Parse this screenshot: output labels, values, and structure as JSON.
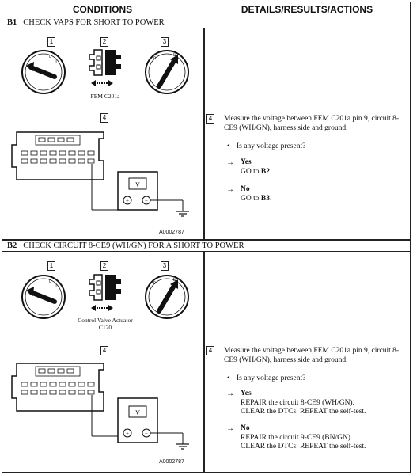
{
  "header": {
    "conditions": "CONDITIONS",
    "details": "DETAILS/RESULTS/ACTIONS"
  },
  "b1": {
    "id": "B1",
    "title": "CHECK VAPS FOR SHORT TO POWER",
    "figure_labels": [
      "1",
      "2",
      "3",
      "4"
    ],
    "connector_caption": "FEM C201a",
    "figure_id": "A0002787",
    "step_num": "4",
    "measure_text": "Measure the voltage between FEM C201a pin 9, circuit 8-CE9 (WH/GN), harness side and ground.",
    "question": "Is any voltage present?",
    "yes_label": "Yes",
    "yes_action_prefix": "GO to ",
    "yes_action_target": "B2",
    "no_label": "No",
    "no_action_prefix": "GO to ",
    "no_action_target": "B3",
    "meter_label": "V"
  },
  "b2": {
    "id": "B2",
    "title": "CHECK CIRCUIT 8-CE9 (WH/GN) FOR A SHORT TO POWER",
    "figure_labels": [
      "1",
      "2",
      "3",
      "4"
    ],
    "connector_caption_1": "Control Valve Actuator",
    "connector_caption_2": "C120",
    "figure_id": "A0002787",
    "step_num": "4",
    "measure_text": "Measure the voltage between FEM C201a pin 9, circuit 8-CE9 (WH/GN), harness side and ground.",
    "question": "Is any voltage present?",
    "yes_label": "Yes",
    "yes_action_1": "REPAIR the circuit 8-CE9 (WH/GN).",
    "yes_action_2": "CLEAR the DTCs. REPEAT the self-test.",
    "no_label": "No",
    "no_action_1": "REPAIR the circuit 9-CE9 (BN/GN).",
    "no_action_2": "CLEAR the DTCs. REPEAT the self-test.",
    "meter_label": "V"
  },
  "symbols": {
    "arrow": "→",
    "bullet": "•"
  }
}
